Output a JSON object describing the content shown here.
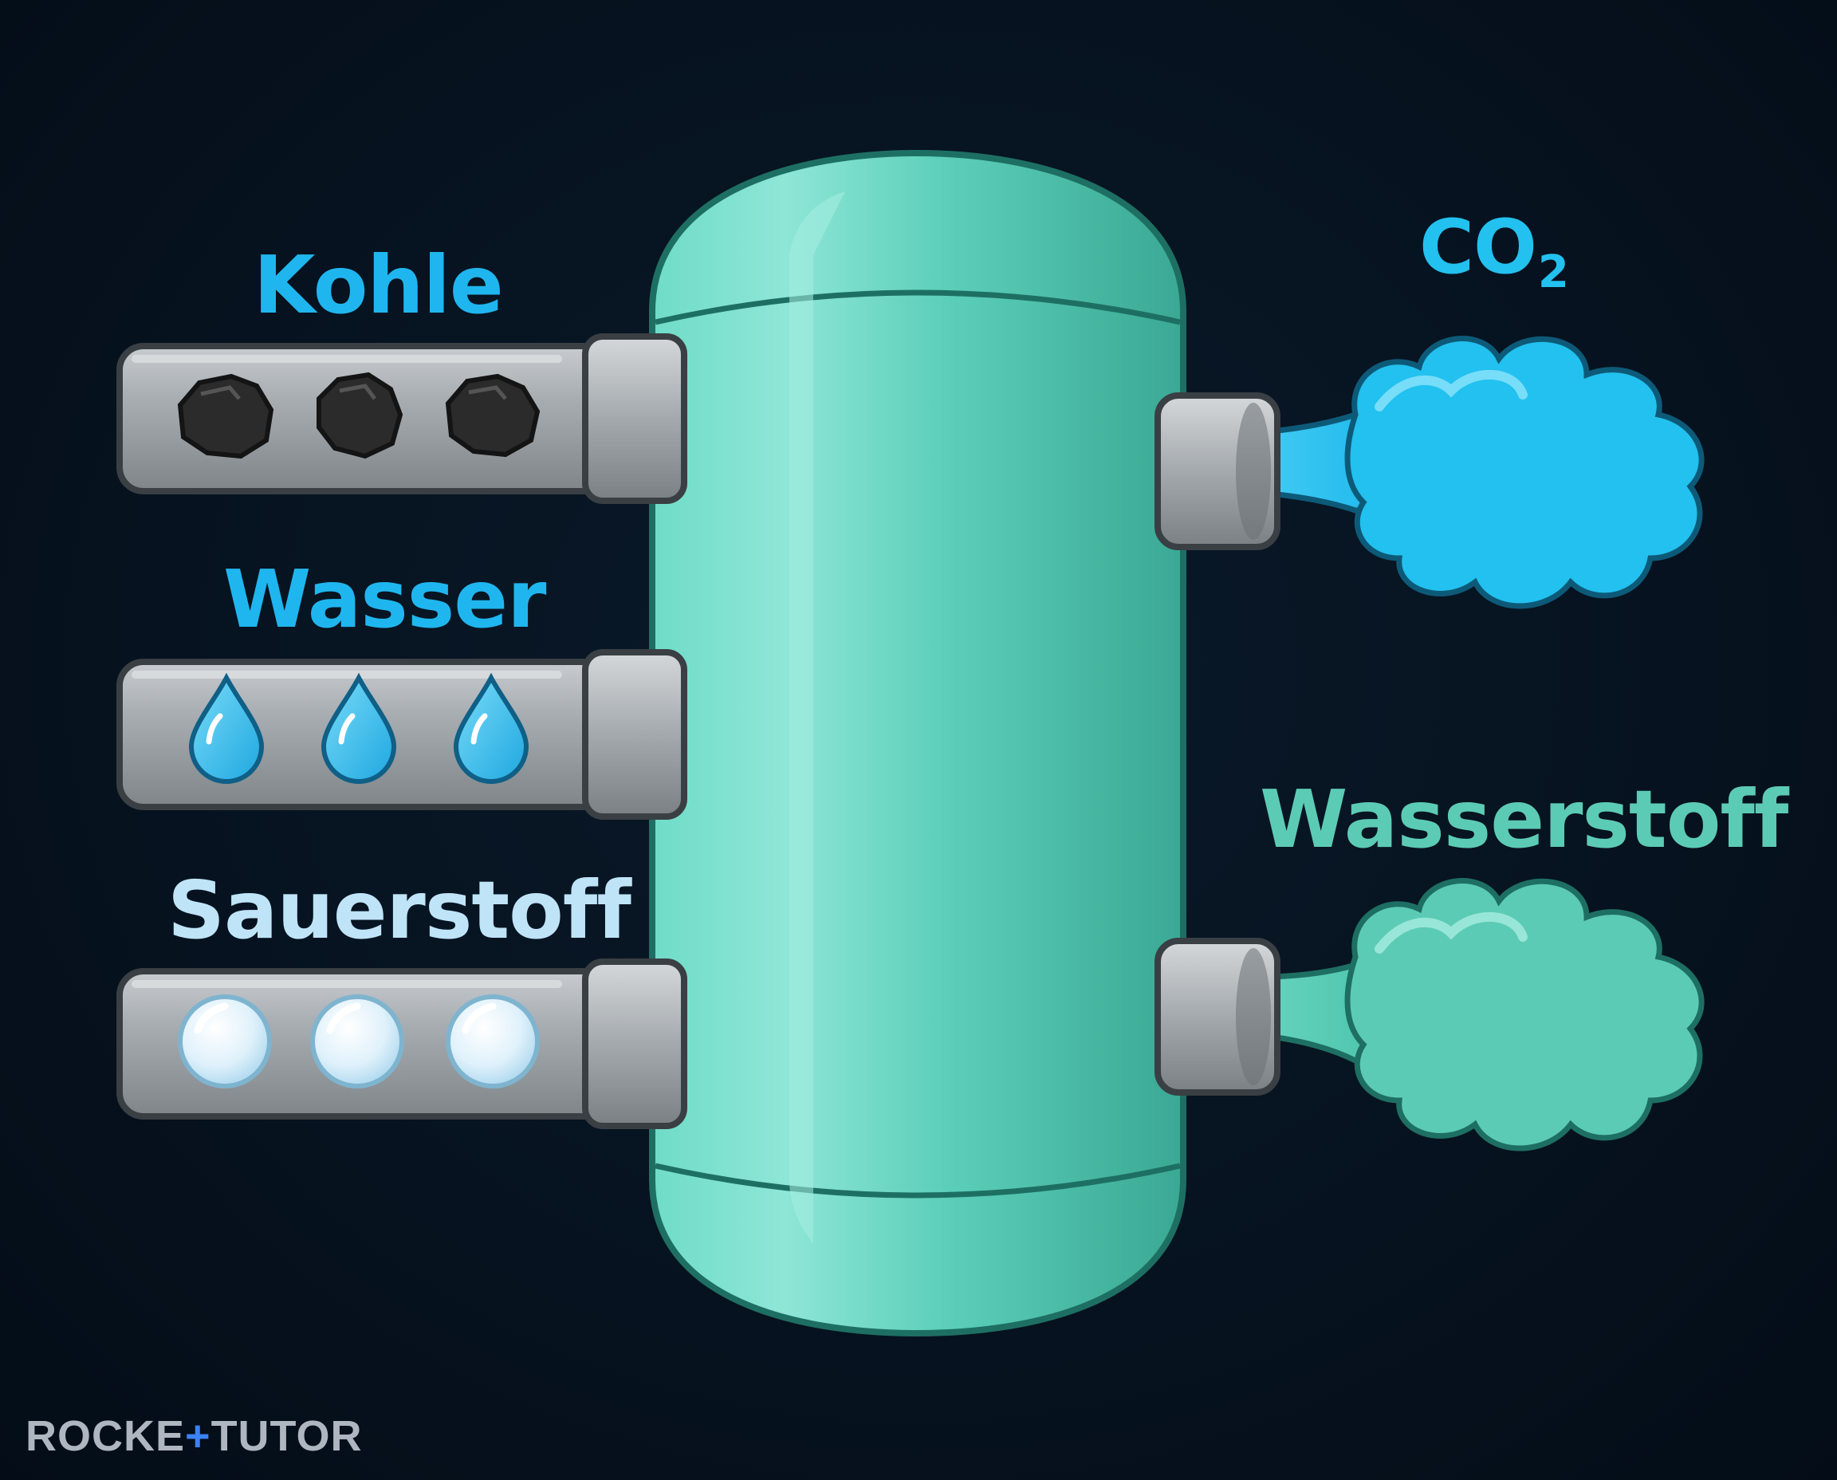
{
  "inputs": [
    {
      "label": "Kohle",
      "contents": "coal-lump-icon",
      "color": "#1fb6ef"
    },
    {
      "label": "Wasser",
      "contents": "water-drop-icon",
      "color": "#1fb6ef"
    },
    {
      "label": "Sauerstoff",
      "contents": "oxygen-bubble-icon",
      "color": "#bfe4f8"
    }
  ],
  "outputs": [
    {
      "label_main": "CO",
      "label_sub": "2",
      "color": "#22c1ef"
    },
    {
      "label": "Wasserstoff",
      "color": "#5ccbb5"
    }
  ],
  "vessel": {
    "color": "#5dd1bd"
  },
  "logo": {
    "left": "ROCKE",
    "plus": "+",
    "right": "TUTOR"
  }
}
